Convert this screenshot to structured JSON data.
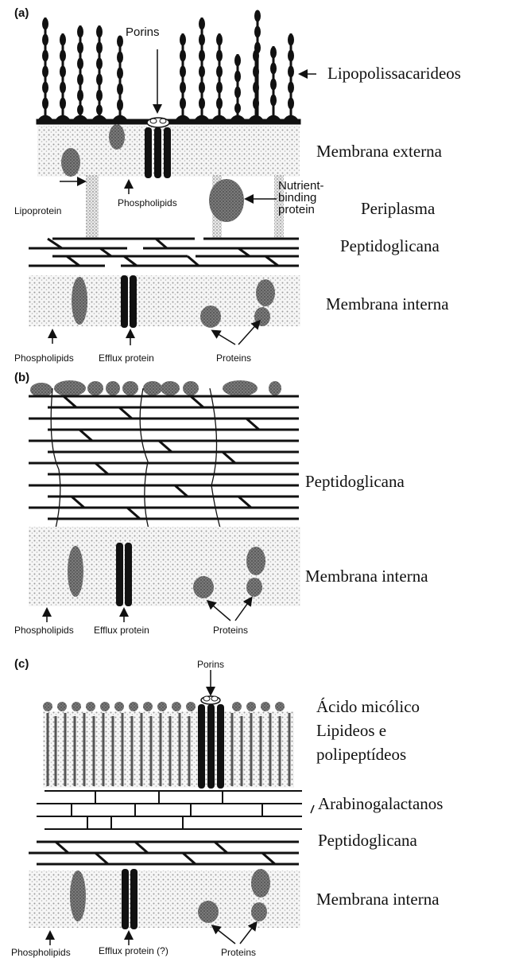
{
  "panel_a": {
    "tag": "(a)",
    "right_labels": {
      "lps": "Lipopolissacarideos",
      "outer_membrane": "Membrana externa",
      "periplasm": "Periplasma",
      "peptidoglycan": "Peptidoglicana",
      "inner_membrane": "Membrana interna"
    },
    "callouts": {
      "porins": "Porins",
      "phospholipids_outer": "Phospholipids",
      "lipoprotein": "Lipoprotein",
      "nutrient_line1": "Nutrient-",
      "nutrient_line2": "binding",
      "nutrient_line3": "protein",
      "phospholipids": "Phospholipids",
      "efflux": "Efflux protein",
      "proteins": "Proteins"
    }
  },
  "panel_b": {
    "tag": "(b)",
    "right_labels": {
      "peptidoglycan": "Peptidoglicana",
      "inner_membrane": "Membrana interna"
    },
    "callouts": {
      "phospholipids": "Phospholipids",
      "efflux": "Efflux protein",
      "proteins": "Proteins"
    }
  },
  "panel_c": {
    "tag": "(c)",
    "right_labels": {
      "mycolic": "Ácido micólico",
      "lipids_line1": "Lipideos e",
      "lipids_line2": "polipeptídeos",
      "arabinogalactan": "Arabinogalactanos",
      "peptidoglycan": "Peptidoglicana",
      "inner_membrane": "Membrana interna"
    },
    "callouts": {
      "porins": "Porins",
      "phospholipids": "Phospholipids",
      "efflux": "Efflux protein (?)",
      "proteins": "Proteins"
    }
  },
  "colors": {
    "ink": "#111111",
    "protein": "#6f6f6f",
    "stipple": "#bdbdbd",
    "membrane_fill": "#f2f2f2"
  }
}
